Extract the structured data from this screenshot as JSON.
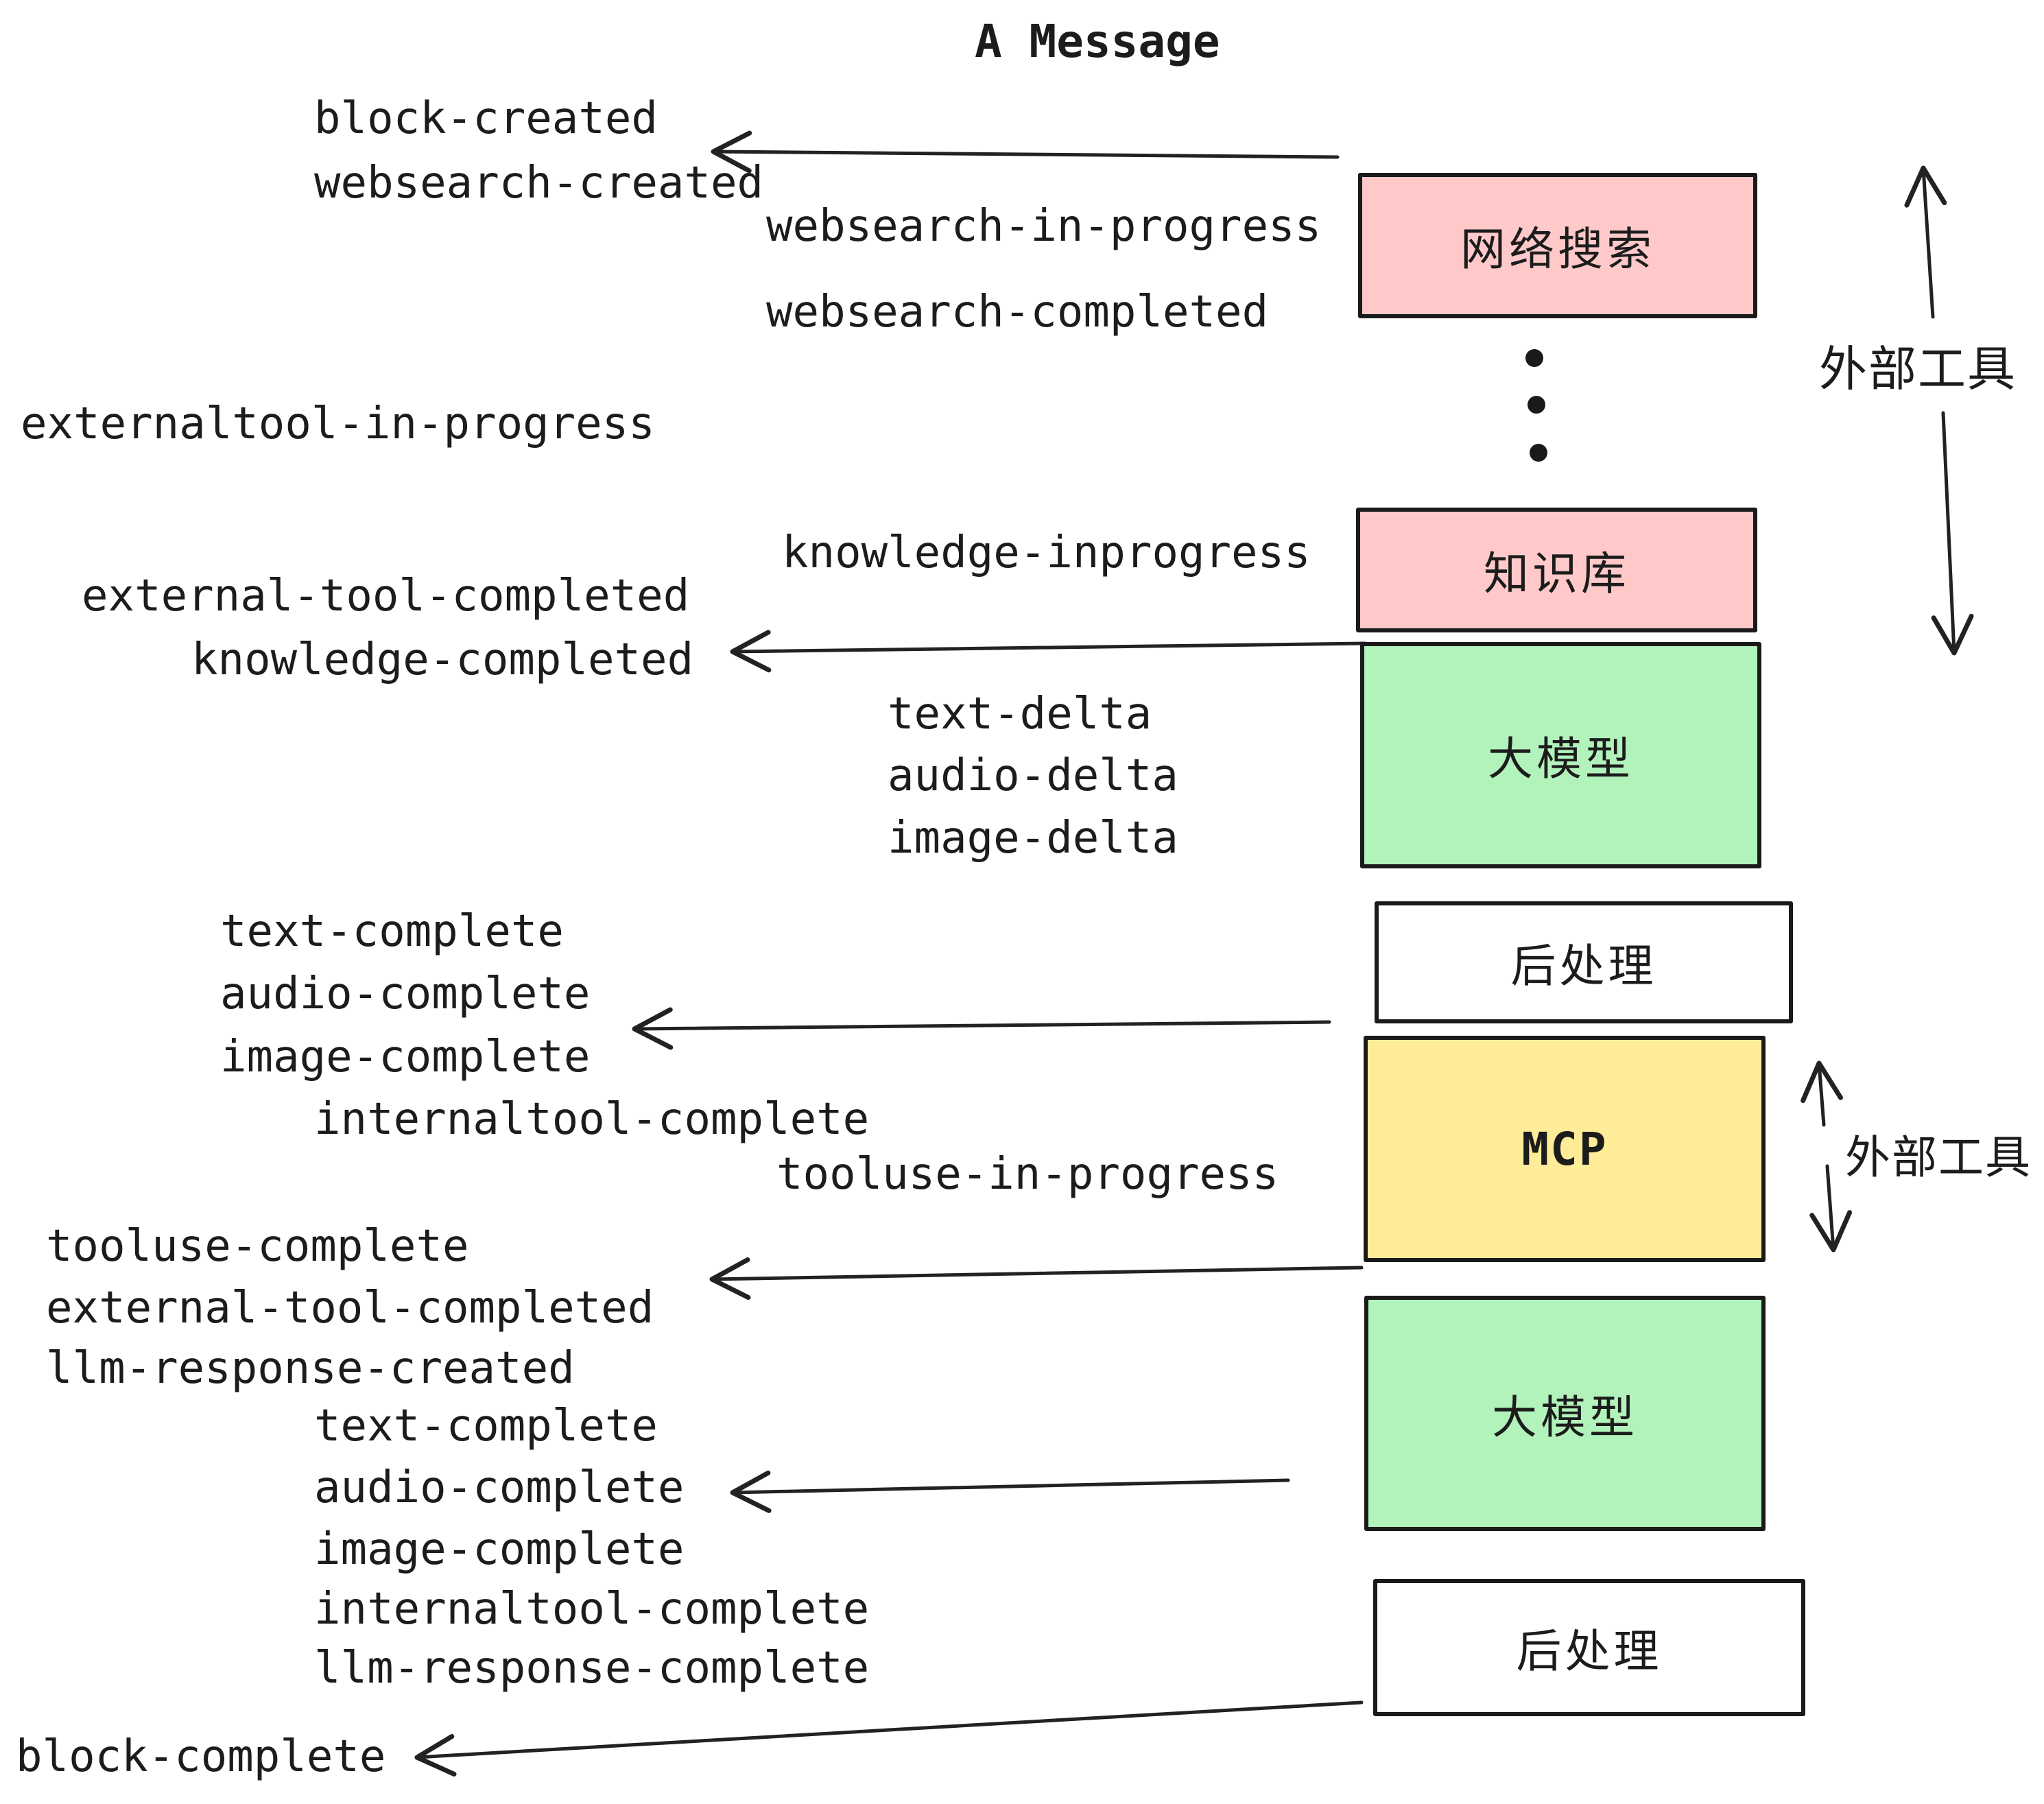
{
  "diagram": {
    "title": "A Message",
    "background": "#FFFFFF",
    "colors": {
      "external_tool_box": "#FFC9C9",
      "llm_box": "#B2F2BB",
      "mcp_box": "#FFEC99",
      "postprocess_box": "#FFFFFF",
      "line_and_text": "#1C1C1C",
      "box_border": "#1A1A1A"
    },
    "boxes": [
      {
        "id": "websearch",
        "label": "网络搜索",
        "color": "#FFC9C9"
      },
      {
        "id": "knowledge",
        "label": "知识库",
        "color": "#FFC9C9"
      },
      {
        "id": "llm-1",
        "label": "大模型",
        "color": "#B2F2BB"
      },
      {
        "id": "postprocess-1",
        "label": "后处理",
        "color": "#FFFFFF"
      },
      {
        "id": "mcp",
        "label": "MCP",
        "color": "#FFEC99"
      },
      {
        "id": "llm-2",
        "label": "大模型",
        "color": "#B2F2BB"
      },
      {
        "id": "postprocess-2",
        "label": "后处理",
        "color": "#FFFFFF"
      }
    ],
    "events": [
      "block-created",
      "websearch-created",
      "websearch-in-progress",
      "websearch-completed",
      "externaltool-in-progress",
      "knowledge-inprogress",
      "external-tool-completed",
      "knowledge-completed",
      "text-delta",
      "audio-delta",
      "image-delta",
      "text-complete",
      "audio-complete",
      "image-complete",
      "internaltool-complete",
      "tooluse-in-progress",
      "tooluse-complete",
      "external-tool-completed",
      "llm-response-created",
      "text-complete",
      "audio-complete",
      "image-complete",
      "internaltool-complete",
      "llm-response-complete",
      "block-complete"
    ],
    "annotations": [
      {
        "id": "external-tools-top",
        "label": "外部工具"
      },
      {
        "id": "external-tools-mcp",
        "label": "外部工具"
      }
    ],
    "ellipsis_dots": 3
  }
}
